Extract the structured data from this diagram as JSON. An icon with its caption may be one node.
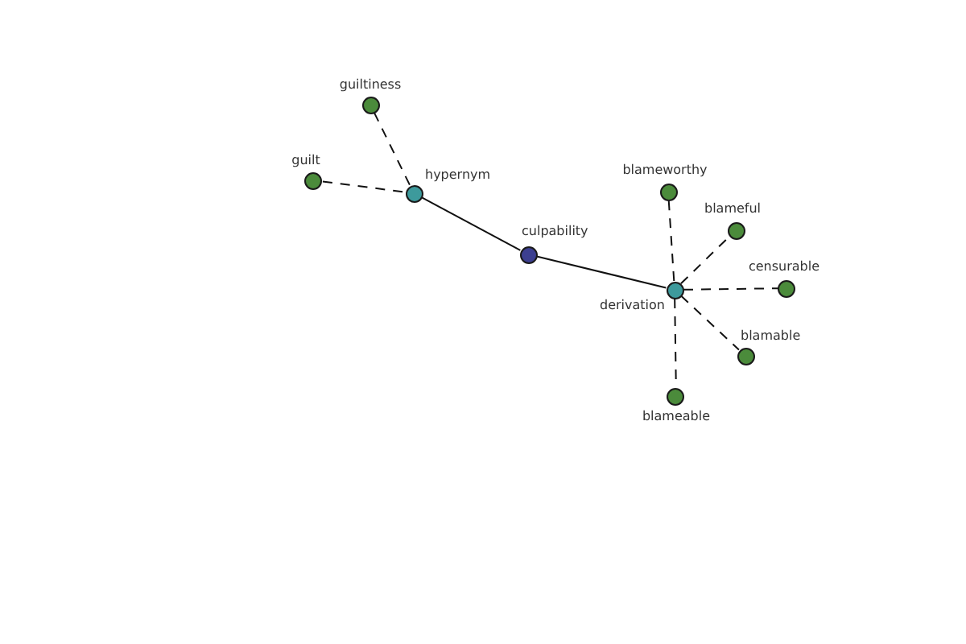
{
  "diagram": {
    "nodes": [
      {
        "text": [
          "guiltiness"
        ]
      },
      {
        "text": [
          "guilt"
        ]
      },
      {
        "text": [
          "hypernym"
        ]
      },
      {
        "text": [
          "blameworthy"
        ]
      },
      {
        "text": [
          "blameful"
        ]
      },
      {
        "text": [
          "culpability"
        ]
      },
      {
        "text": [
          "censurable"
        ]
      },
      {
        "text": [
          "derivation"
        ]
      },
      {
        "text": [
          "blamable"
        ]
      },
      {
        "text": [
          "blameable"
        ]
      }
    ],
    "edges": [
      {
        "from": 2,
        "to": 5,
        "arrow": "none"
      },
      {
        "from": 5,
        "to": 7,
        "arrow": "none"
      },
      {
        "from": 0,
        "to": 2,
        "arrow": "none",
        "style": "dashed"
      },
      {
        "from": 1,
        "to": 2,
        "arrow": "none",
        "style": "dashed"
      },
      {
        "from": 7,
        "to": 3,
        "arrow": "none",
        "style": "dashed"
      },
      {
        "from": 7,
        "to": 4,
        "arrow": "none",
        "style": "dashed"
      },
      {
        "from": 7,
        "to": 6,
        "arrow": "none",
        "style": "dashed"
      },
      {
        "from": 7,
        "to": 8,
        "arrow": "none",
        "style": "dashed"
      },
      {
        "from": 7,
        "to": 9,
        "arrow": "none",
        "style": "dashed"
      }
    ]
  }
}
